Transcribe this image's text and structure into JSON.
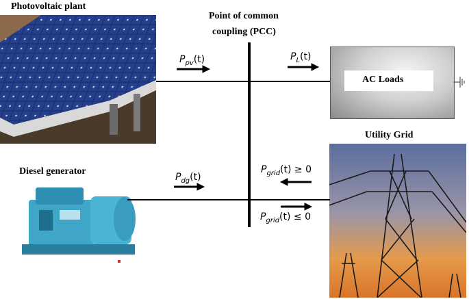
{
  "labels": {
    "pv_plant": "Photovoltaic  plant",
    "pcc_line1": "Point of common",
    "pcc_line2": "coupling (PCC)",
    "diesel": "Diesel generator",
    "utility": "Utility Grid",
    "ac_loads": "AC Loads"
  },
  "flows": {
    "ppv": {
      "sym": "P",
      "sub": "pv",
      "arg": "(t)"
    },
    "pl": {
      "sym": "P",
      "sub": "L",
      "arg": "(t)"
    },
    "pdg": {
      "sym": "P",
      "sub": "dg",
      "arg": "(t)"
    },
    "pgrid_in": {
      "sym": "P",
      "sub": "grid",
      "arg": "(t)",
      "rel": "≥",
      "val": "0"
    },
    "pgrid_out": {
      "sym": "P",
      "sub": "grid",
      "arg": "(t)",
      "rel": "≤",
      "val": "0"
    }
  },
  "colors": {
    "line": "#000000",
    "loads_box_dark": "#8a8a8a",
    "loads_box_light": "#f2f2f2",
    "sky_top": "#5b6e9e",
    "sky_bottom": "#e58a3a",
    "generator": "#3fa6c8"
  },
  "images": {
    "pv": "solar-panel-photo",
    "diesel": "diesel-generator-photo",
    "grid": "transmission-tower-photo"
  }
}
